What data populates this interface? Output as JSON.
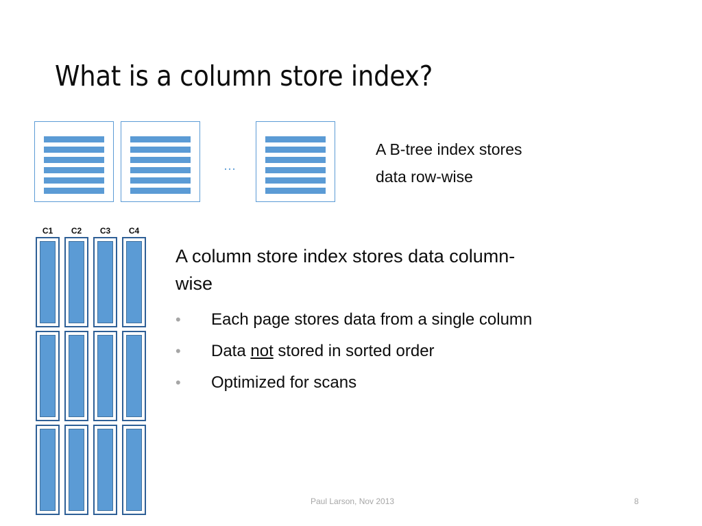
{
  "slide": {
    "title": "What is a column store index?",
    "background_color": "#ffffff"
  },
  "colors": {
    "accent_blue": "#5b9bd5",
    "accent_blue_dark": "#2e5f96",
    "bullet_gray": "#a6a6a6",
    "text_black": "#0d0d0d"
  },
  "btree_diagram": {
    "page_count": 3,
    "rows_per_page": 6,
    "ellipsis": "…",
    "note_line_1": "A B-tree index stores",
    "note_line_2": "data row-wise",
    "note_full": "A B-tree index stores data row-wise"
  },
  "column_diagram": {
    "headers": [
      "C1",
      "C2",
      "C3",
      "C4"
    ],
    "row_count": 3,
    "note": "three segment rows of column cells, bottom row clipped by slide edge"
  },
  "body": {
    "lead_line_1": "A column store index stores data column-",
    "lead_line_2": "wise",
    "lead_full": "A column store index stores data column-wise",
    "bullet_marker": "•",
    "bullets": [
      {
        "before": "Each page stores data from a single column",
        "emphasis": "",
        "after": ""
      },
      {
        "before": "Data ",
        "emphasis": "not",
        "after": " stored in sorted order"
      },
      {
        "before": "Optimized for scans",
        "emphasis": "",
        "after": ""
      }
    ]
  },
  "footer": {
    "author": "Paul Larson, Nov 2013",
    "page_number": "8"
  }
}
